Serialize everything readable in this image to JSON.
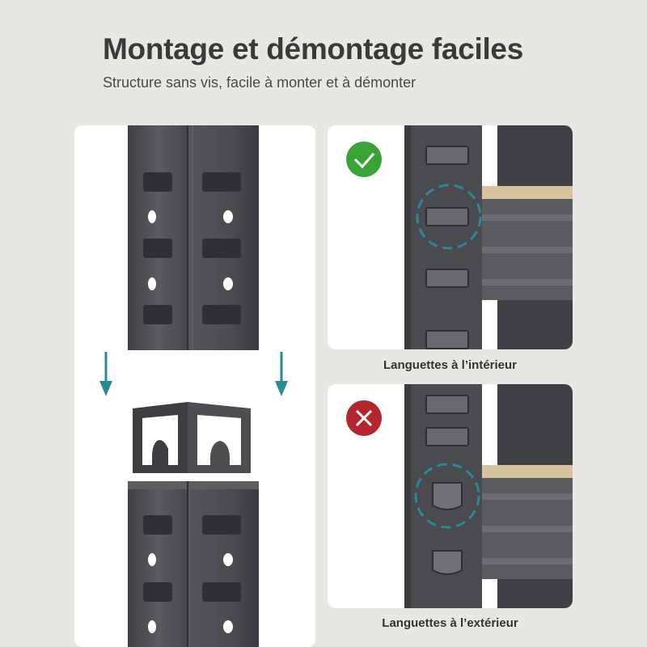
{
  "header": {
    "title": "Montage et démontage faciles",
    "subtitle": "Structure sans vis, facile à monter et à démonter"
  },
  "panels": {
    "inside": {
      "caption": "Languettes à l’intérieur",
      "status_icon": "check-icon",
      "status_color": "#3aa335"
    },
    "outside": {
      "caption": "Languettes à l’extérieur",
      "status_icon": "cross-icon",
      "status_color": "#b3262d"
    }
  },
  "colors": {
    "accent_teal": "#2a8a93",
    "post_metal": "#4a4b4e",
    "wood_board": "#d8c3a0"
  }
}
